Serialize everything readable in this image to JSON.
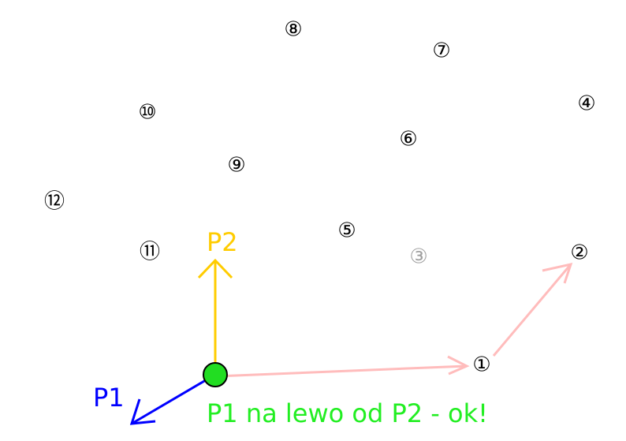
{
  "points": [
    {
      "label": "①",
      "color": "#000000"
    },
    {
      "label": "②",
      "color": "#000000"
    },
    {
      "label": "③",
      "color": "#a0a0a0"
    },
    {
      "label": "④",
      "color": "#000000"
    },
    {
      "label": "⑤",
      "color": "#000000"
    },
    {
      "label": "⑥",
      "color": "#000000"
    },
    {
      "label": "⑦",
      "color": "#000000"
    },
    {
      "label": "⑧",
      "color": "#000000"
    },
    {
      "label": "⑨",
      "color": "#000000"
    },
    {
      "label": "⑩",
      "color": "#000000"
    },
    {
      "label": "⑪",
      "color": "#000000"
    },
    {
      "label": "⑫",
      "color": "#000000"
    }
  ],
  "vectors": {
    "p1": {
      "label": "P1",
      "color": "#0000ff"
    },
    "p2": {
      "label": "P2",
      "color": "#ffcc00"
    }
  },
  "hull_edge_color": "#ffbcbc",
  "anchor_color": "#22dd22",
  "status": {
    "text": "P1 na lewo od P2 - ok!",
    "color": "#22ee22"
  }
}
